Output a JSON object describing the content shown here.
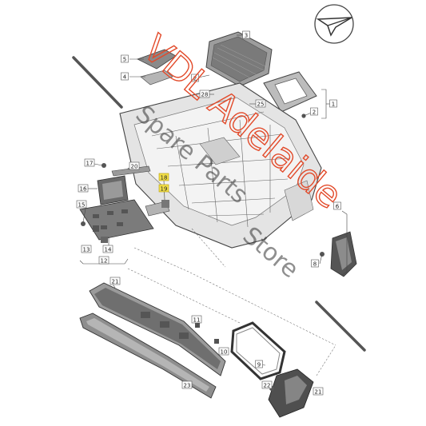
{
  "diagram": {
    "logo_icon": "paper-plane-in-circle-icon",
    "part_numbers": [
      "3",
      "5",
      "4",
      "2",
      "28",
      "25",
      "1",
      "2",
      "17",
      "20",
      "18",
      "19",
      "16",
      "15",
      "14",
      "13",
      "12",
      "6",
      "8",
      "21",
      "11",
      "10",
      "9",
      "22",
      "23",
      "21"
    ],
    "highlighted_part_numbers": [
      "18",
      "19"
    ],
    "colors": {
      "line": "#444444",
      "highlight": "#f3e04a",
      "highlight_border": "#b49a00",
      "watermark_red": "#e24a2a",
      "watermark_dark": "#333333",
      "part_fill": "#c7c7c7",
      "part_dark": "#6b6b6b"
    }
  },
  "watermark": {
    "brand": "VDL Adelaide",
    "line2": "Spare Parts",
    "line3": "Store"
  }
}
